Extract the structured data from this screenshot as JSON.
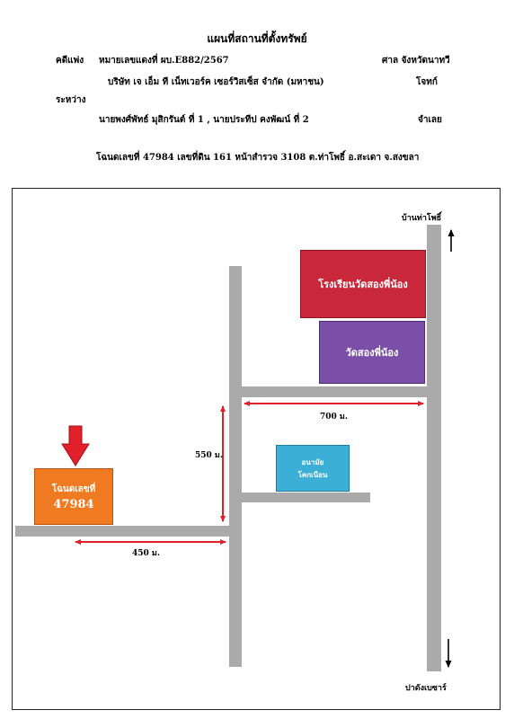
{
  "header": {
    "title": "แผนที่สถานที่ตั้งทรัพย์",
    "case_label": "คดีแพ่ง",
    "case_number": "หมายเลขแดงที่ ผบ.E882/2567",
    "court": "ศาล จังหวัดนาทวี",
    "plaintiff": "บริษัท เจ เอ็ม ที เน็ทเวอร์ค เซอร์วิสเซ็ส จำกัด (มหาชน)",
    "plaintiff_role": "โจทก์",
    "between_label": "ระหว่าง",
    "defendant": "นายพงศ์พัทธ์ มุสิกรันต์ ที่ 1 , นายประทีป คงพัฒน์ ที่ 2",
    "defendant_role": "จำเลย",
    "deed_line": "โฉนดเลขที่ 47984 เลขที่ดิน 161 หน้าสำรวจ 3108 ต.ท่าโพธิ์ อ.สะเดา จ.สงขลา"
  },
  "map": {
    "place_north": "บ้านท่าโพธิ์",
    "place_south": "ปาดังเบซาร์",
    "school": "โรงเรียนวัดสองพี่น้อง",
    "temple": "วัดสองพี่น้อง",
    "health_center_line1": "อนามัย",
    "health_center_line2": "โคกเนียน",
    "property_label": "โฉนดเลขที่",
    "property_number": "47984",
    "dist_700": "700 ม.",
    "dist_550": "550 ม.",
    "dist_450": "450 ม."
  },
  "colors": {
    "road": "#aaaaaa",
    "dimension_arrow": "#e0202a",
    "school": "#c8283a",
    "temple": "#7b4fa8",
    "health_center": "#3bafd6",
    "property": "#f07a22",
    "pointer_arrow": "#e0202a"
  }
}
